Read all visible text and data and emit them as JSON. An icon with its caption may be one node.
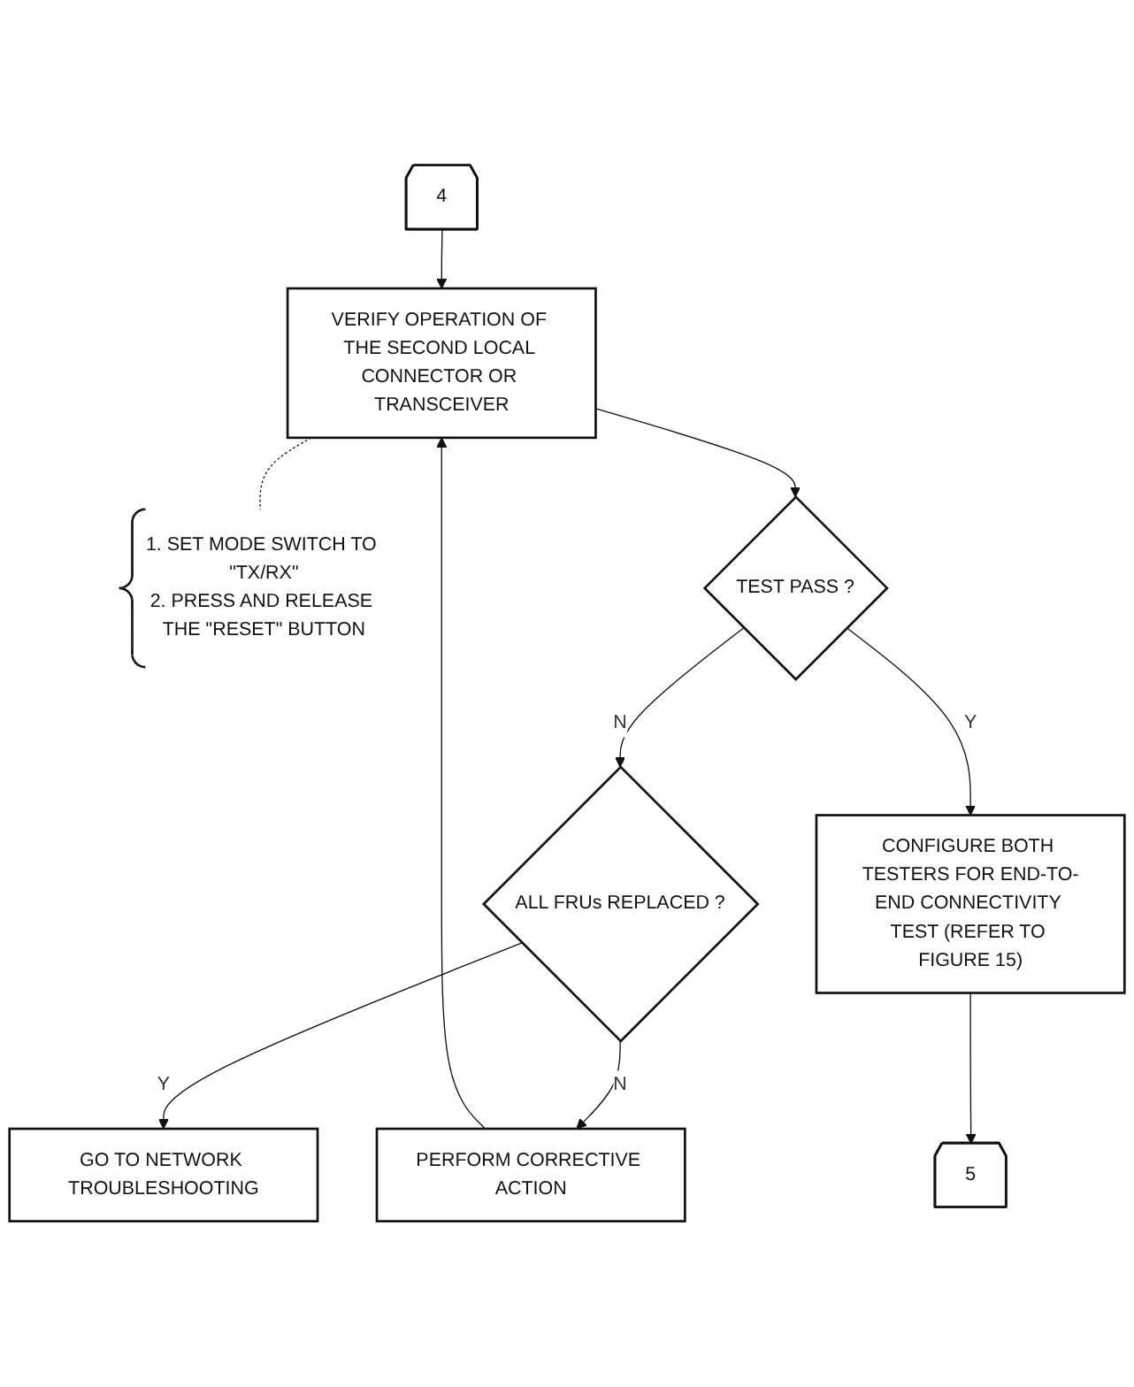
{
  "diagram": {
    "nodes": [
      {
        "text": [
          "4"
        ]
      },
      {
        "text": [
          "PERFORM CORRECTIVE ACTION"
        ]
      },
      {
        "text": [
          "VERIFY OPERATION OF THE SECOND LOCAL CONNECTOR OR TRANSCEIVER"
        ]
      },
      {
        "text": [
          "1. SET MODE SWITCH TO \"TX/RX\"",
          "2. PRESS AND RELEASE THE \"RESET\" BUTTON"
        ]
      },
      {
        "text": [
          "TEST PASS ?"
        ]
      },
      {
        "text": [
          "ALL FRUs REPLACED ?"
        ]
      },
      {
        "text": [
          "CONFIGURE BOTH TESTERS FOR END-TO-END CONNECTIVITY TEST (REFER TO FIGURE 15)"
        ]
      },
      {
        "text": [
          "GO TO NETWORK TROUBLESHOOTING"
        ]
      },
      {
        "text": [
          "5"
        ]
      }
    ],
    "edges": [
      {
        "from": 0,
        "to": 2,
        "arrow": "to"
      },
      {
        "from": 1,
        "to": 2,
        "arrow": "to"
      },
      {
        "from": 2,
        "to": 3,
        "arrow": "none",
        "style": "dashed"
      },
      {
        "from": 2,
        "to": 4,
        "arrow": "to"
      },
      {
        "from": 4,
        "to": 5,
        "arrow": "to",
        "label": "N"
      },
      {
        "from": 5,
        "to": 1,
        "arrow": "to",
        "label": "N"
      },
      {
        "from": 4,
        "to": 6,
        "arrow": "to",
        "label": "Y"
      },
      {
        "from": 5,
        "to": 7,
        "arrow": "to",
        "label": "Y"
      },
      {
        "from": 6,
        "to": 8,
        "arrow": "to"
      }
    ]
  }
}
